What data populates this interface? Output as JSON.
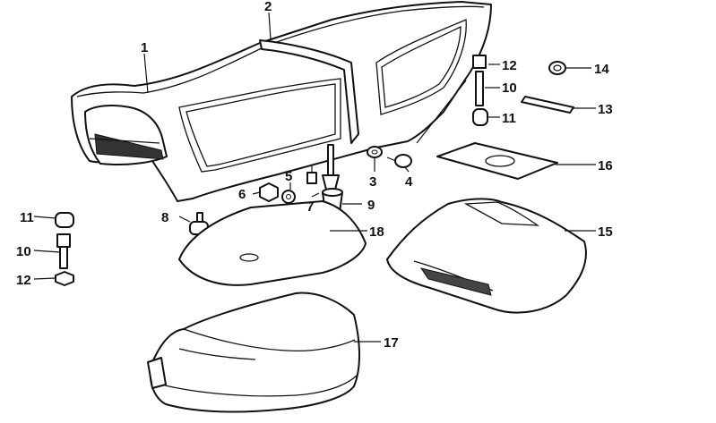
{
  "callouts": [
    {
      "id": "c1",
      "label": "1"
    },
    {
      "id": "c2",
      "label": "2"
    },
    {
      "id": "c3",
      "label": "3"
    },
    {
      "id": "c4",
      "label": "4"
    },
    {
      "id": "c5",
      "label": "5"
    },
    {
      "id": "c6",
      "label": "6"
    },
    {
      "id": "c7",
      "label": "7"
    },
    {
      "id": "c8",
      "label": "8"
    },
    {
      "id": "c9",
      "label": "9"
    },
    {
      "id": "c10a",
      "label": "10"
    },
    {
      "id": "c10b",
      "label": "10"
    },
    {
      "id": "c11a",
      "label": "11"
    },
    {
      "id": "c11b",
      "label": "11"
    },
    {
      "id": "c12a",
      "label": "12"
    },
    {
      "id": "c12b",
      "label": "12"
    },
    {
      "id": "c13",
      "label": "13"
    },
    {
      "id": "c14",
      "label": "14"
    },
    {
      "id": "c15",
      "label": "15"
    },
    {
      "id": "c16",
      "label": "16"
    },
    {
      "id": "c17",
      "label": "17"
    },
    {
      "id": "c18",
      "label": "18"
    }
  ]
}
